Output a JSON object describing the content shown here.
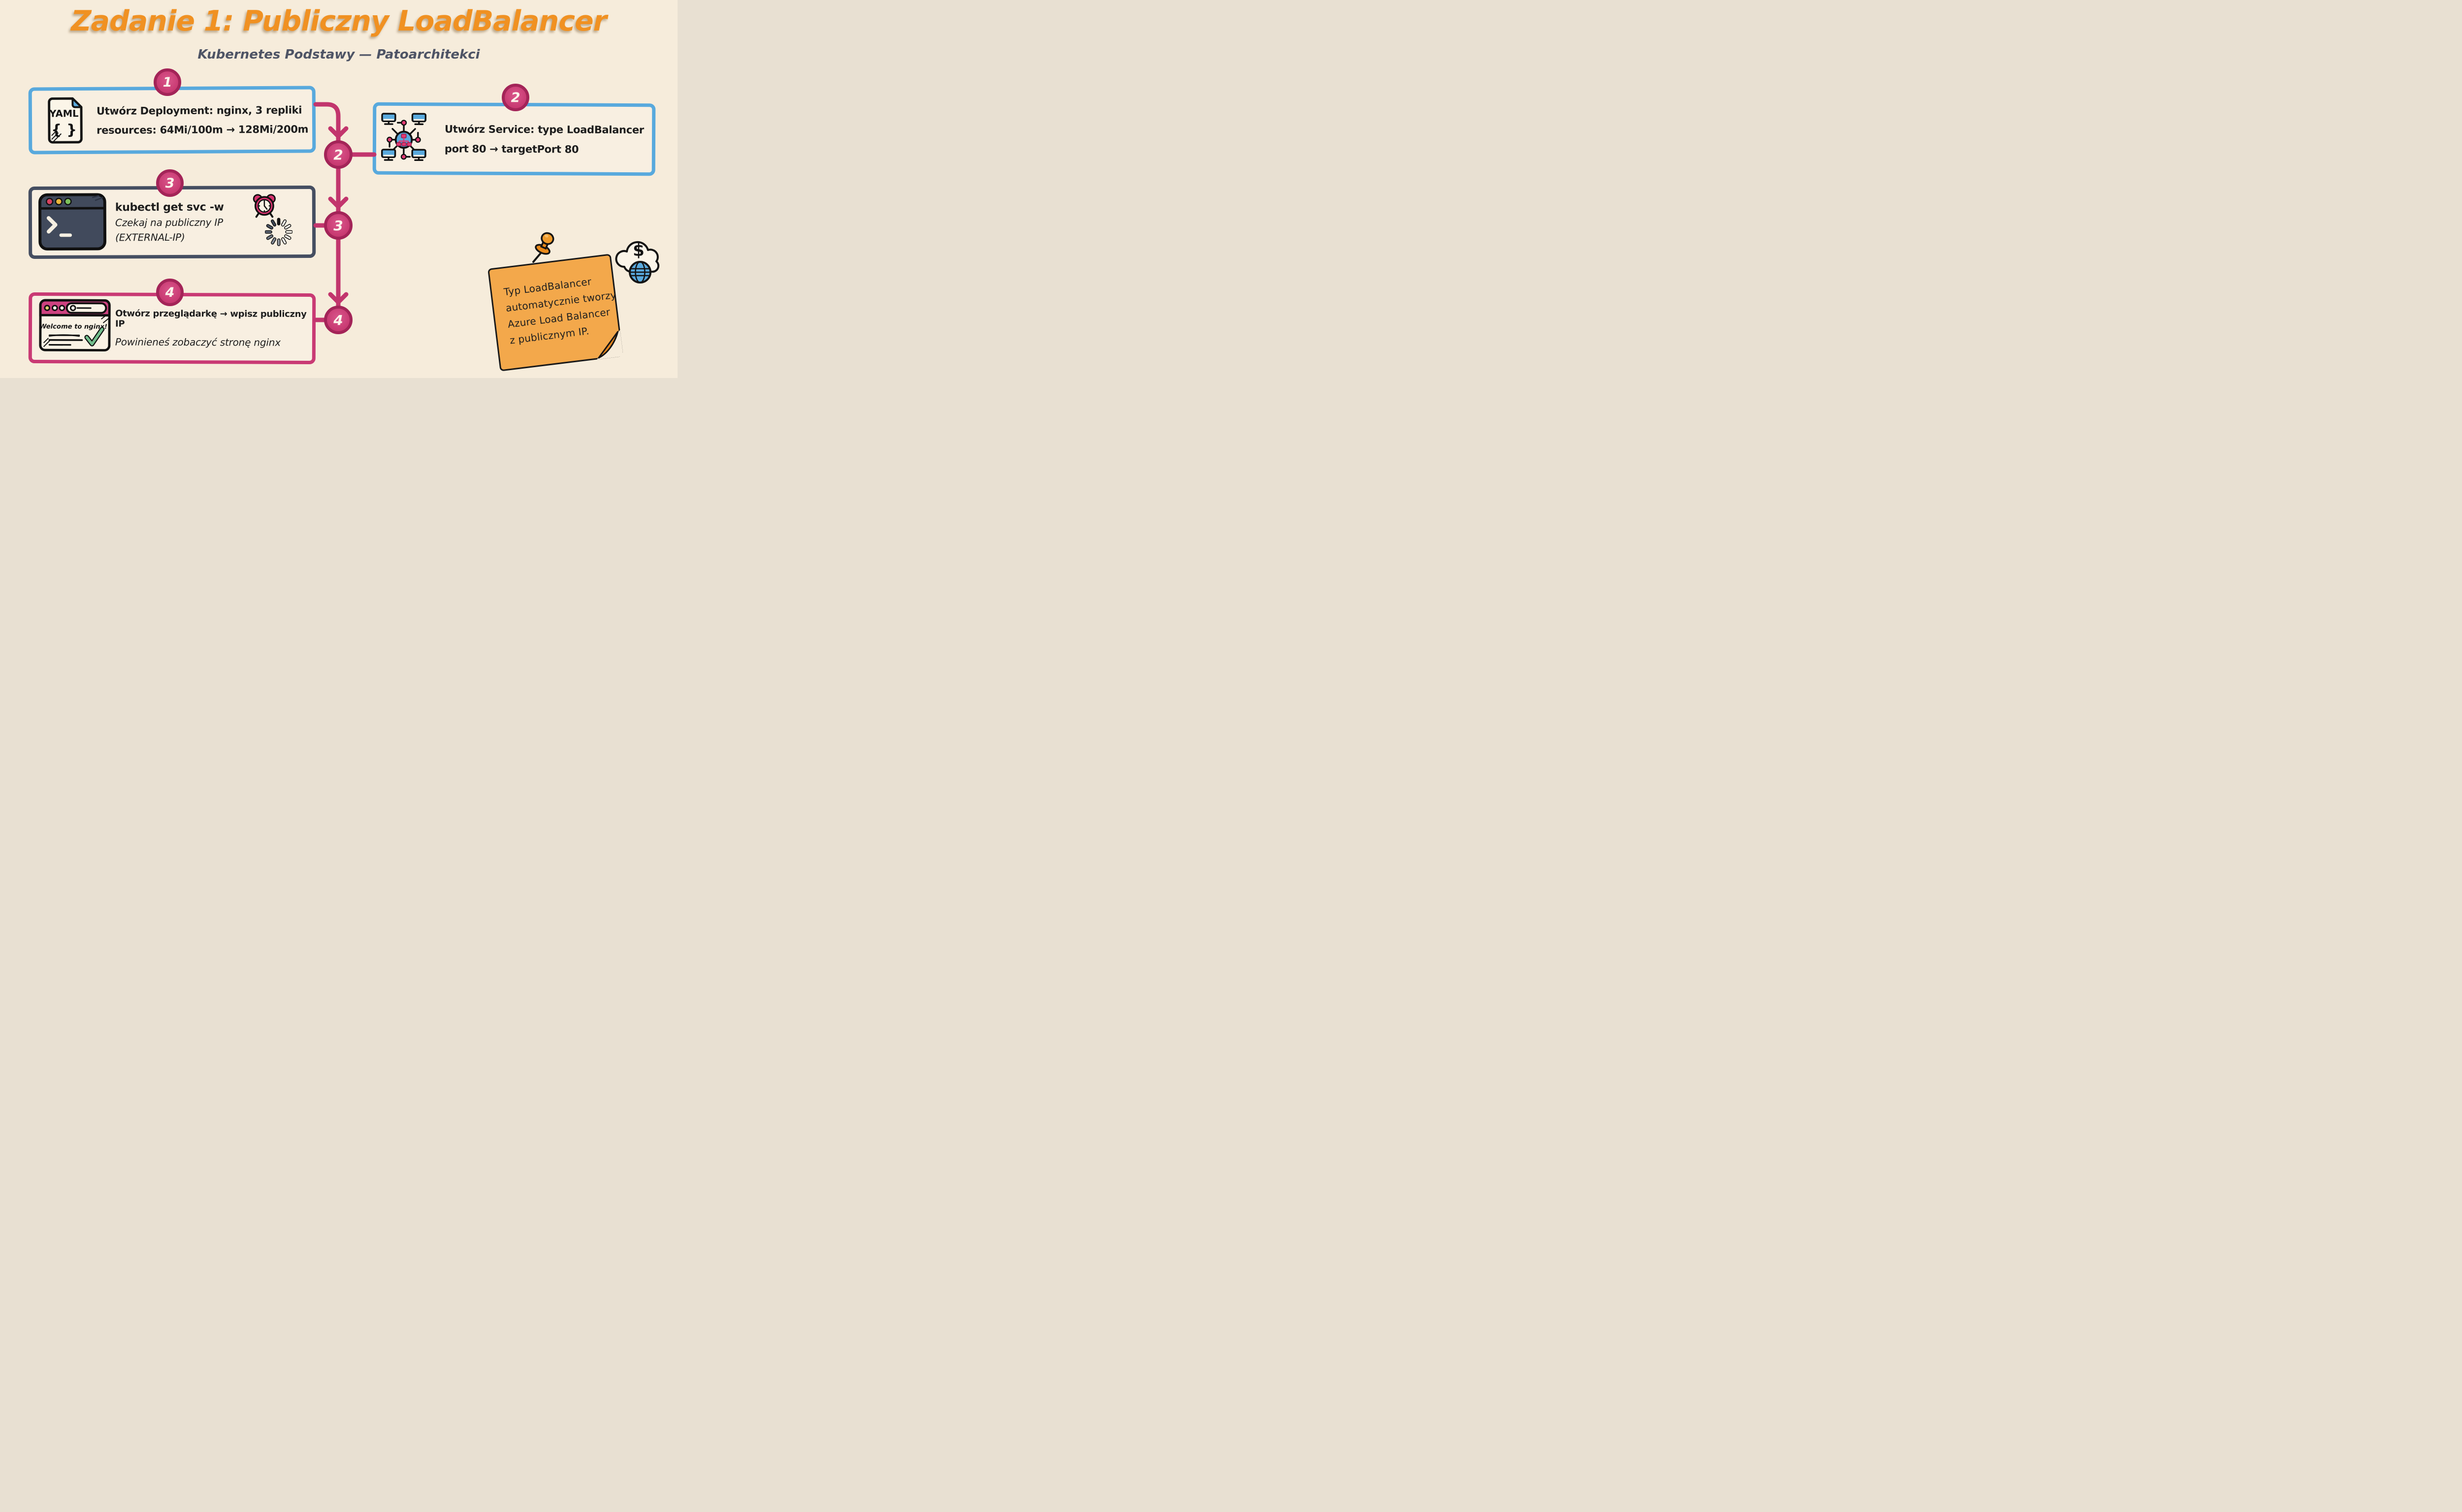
{
  "title": "Zadanie 1: Publiczny LoadBalancer",
  "subtitle": "Kubernetes Podstawy — Patoarchitekci",
  "colors": {
    "background": "#f6ecdb",
    "title_orange": "#f09122",
    "subtitle_gray": "#4e5465",
    "accent_blue": "#58a9dd",
    "accent_pink": "#c73870",
    "accent_dark": "#454e61",
    "sticky_orange": "#f3a84b",
    "check_green": "#72bf8e",
    "globe_blue": "#59aade"
  },
  "steps": [
    {
      "number": "1",
      "icon": "yaml-file",
      "line1": "Utwórz Deployment: nginx, 3 repliki",
      "line2": "resources: 64Mi/100m → 128Mi/200m"
    },
    {
      "number": "2",
      "icon": "network",
      "line1": "Utwórz Service: type LoadBalancer",
      "line2": "port 80 → targetPort 80"
    },
    {
      "number": "3",
      "icon": "terminal",
      "line1": "kubectl get svc -w",
      "line2": "Czekaj na publiczny IP",
      "line3": "(EXTERNAL-IP)"
    },
    {
      "number": "4",
      "icon": "browser",
      "line1": "Otwórz przeglądarkę → wpisz publiczny IP",
      "line2": "Powinieneś zobaczyć stronę nginx"
    }
  ],
  "flow_nodes": [
    "2",
    "3",
    "4"
  ],
  "icons": {
    "yaml": {
      "label": "YAML",
      "braces": "{ }"
    },
    "browser": {
      "welcome": "Welcome to nginx!"
    },
    "cloud": {
      "dollar": "$"
    }
  },
  "sticky_note": {
    "lines": [
      "Typ LoadBalancer",
      "automatycznie tworzy",
      "Azure Load Balancer",
      "z publicznym IP."
    ]
  }
}
